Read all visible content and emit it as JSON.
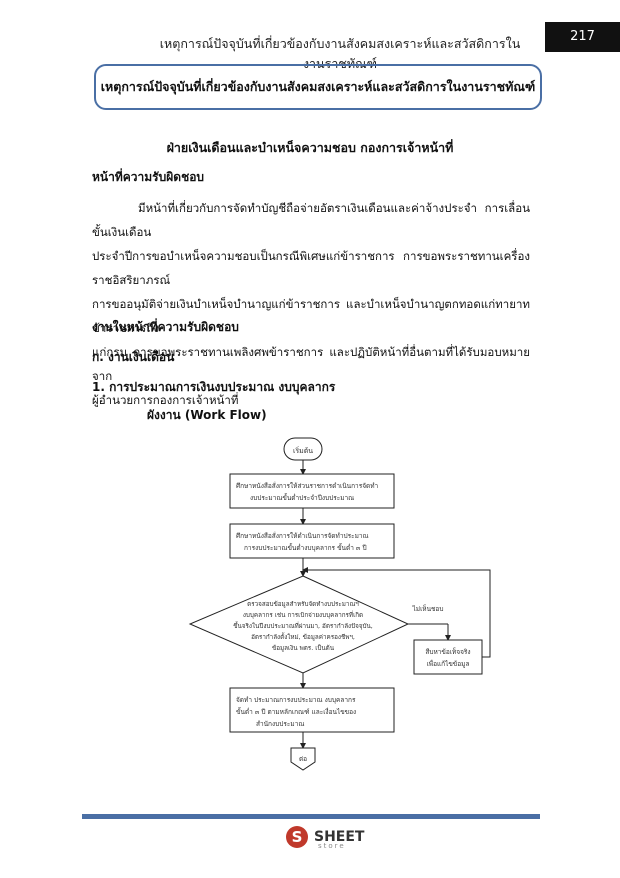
{
  "header": {
    "title": "เหตุการณ์ปัจจุบันที่เกี่ยวข้องกับงานสังคมสงเคราะห์และสวัสดิการในงานราชทัณฑ์",
    "page_number": "217"
  },
  "title_box": "เหตุการณ์ปัจจุบันที่เกี่ยวข้องกับงานสังคมสงเคราะห์และสวัสดิการในงานราชทัณฑ์",
  "section_title": "ฝ่ายเงินเดือนและบำเหน็จความชอบ กองการเจ้าหน้าที่",
  "duties_heading": "หน้าที่ความรับผิดชอบ",
  "duties_lines": [
    "มีหน้าที่เกี่ยวกับการจัดทำบัญชีถือจ่ายอัตราเงินเดือนและค่าจ้างประจำ การเลื่อนขั้นเงินเดือน",
    "ประจำปีการขอบำเหน็จความชอบเป็นกรณีพิเศษแก่ข้าราชการ การขอพระราชทานเครื่องราชอิสริยาภรณ์",
    "การขออนุมัติจ่ายเงินบำเหน็จบำนาญแก่ข้าราชการ และบำเหน็จบำนาญตกทอดแก่ทายาทข้าราชการถึง",
    "แก่กรม การขอพระราชทานเพลิงศพข้าราชการ และปฏิบัติหน้าที่อื่นตามที่ได้รับมอบหมายจาก",
    "ผู้อำนวยการกองการเจ้าหน้าที่"
  ],
  "work_heading": "งานในหน้าที่ความรับผิดชอบ",
  "sub_heading_a": "ก. งานเงินเดือน",
  "sub_heading_1": "1. การประมาณการเงินงบประมาณ งบบุคลากร",
  "workflow_label": "ผังงาน (Work Flow)",
  "flowchart": {
    "start": "เริ่มต้น",
    "step1": [
      "ศึกษาหนังสือสั่งการให้ส่วนราชการดำเนินการจัดทำ",
      "งบประมาณขั้นต่ำประจำปีงบประมาณ"
    ],
    "step2": [
      "ศึกษาหนังสือสั่งการให้ดำเนินการจัดทำประมาณ",
      "การงบประมาณขั้นต่ำงบบุคลากร ขั้นต่ำ ๓ ปี"
    ],
    "decision": [
      "ตรวจสอบข้อมูลสำหรับจัดทำงบประมาณฯ",
      "งบบุคลากร เช่น การเบิกจ่ายงบบุคลากรที่เกิด",
      "ขึ้นจริงในปีงบประมาณที่ผ่านมา, อัตรากำลังปัจจุบัน,",
      "อัตรากำลังตั้งใหม่, ข้อมูลค่าครองชีพฯ,",
      "ข้อมูลเงิน พตร. เป็นต้น"
    ],
    "no_label": "ไม่เห็นชอบ",
    "fix_box": [
      "สืบหาข้อเท็จจริง",
      "เพื่อแก้ไขข้อมูล"
    ],
    "step3": [
      "จัดทำ ประมาณการงบประมาณ งบบุคลากร",
      "ขั้นต่ำ ๓ ปี ตามหลักเกณฑ์ และเงื่อนไขของ",
      "สำนักงบประมาณ"
    ],
    "continue": "ต่อ"
  },
  "footer": {
    "logo_mark": "S",
    "logo_text": "SHEET",
    "logo_sub": "store"
  },
  "colors": {
    "accent": "#4a6fa5",
    "logo_red": "#c0392b"
  }
}
